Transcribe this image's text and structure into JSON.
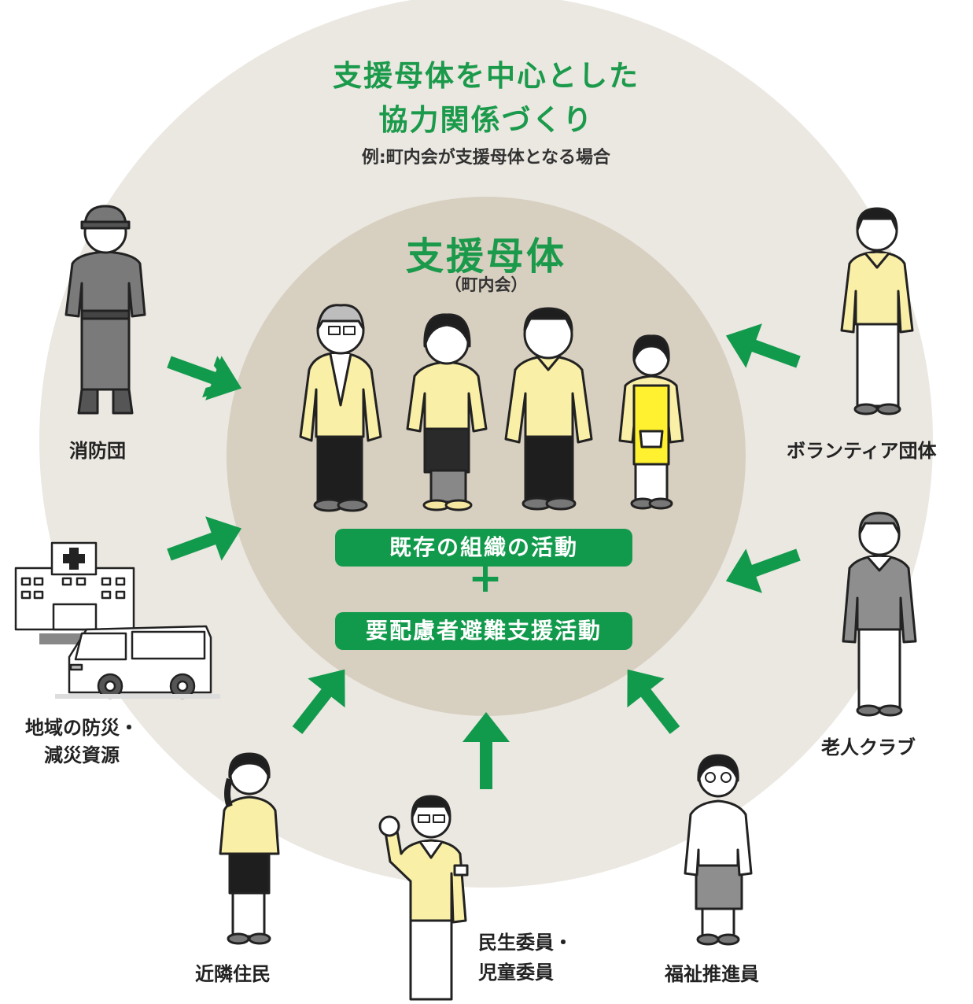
{
  "colors": {
    "outer_circle": "#ebe7e1",
    "inner_circle": "#d7cfc0",
    "accent_green": "#129a4c",
    "shirt_yellow": "#f9efa6",
    "apron_yellow": "#fff12f"
  },
  "title": {
    "line1": "支援母体を中心とした",
    "line2": "協力関係づくり",
    "example": "例:町内会が支援母体となる場合"
  },
  "core": {
    "title": "支援母体",
    "subtitle": "（町内会）",
    "activity1": "既存の組織の活動",
    "plus": "+",
    "activity2": "要配慮者避難支援活動"
  },
  "participants": {
    "fire_brigade": "消防団",
    "volunteer_group": "ボランティア団体",
    "disaster_resources_line1": "地域の防災・",
    "disaster_resources_line2": "減災資源",
    "senior_club": "老人クラブ",
    "neighbors": "近隣住民",
    "welfare_commissioner_line1": "民生委員・",
    "welfare_commissioner_line2": "児童委員",
    "welfare_promoter": "福祉推進員"
  },
  "icons": [
    "fire-brigade-person-icon",
    "volunteer-person-icon",
    "hospital-icon",
    "ambulance-icon",
    "senior-person-icon",
    "neighbor-woman-icon",
    "commissioner-person-icon",
    "welfare-promoter-woman-icon",
    "arrow-icon"
  ]
}
